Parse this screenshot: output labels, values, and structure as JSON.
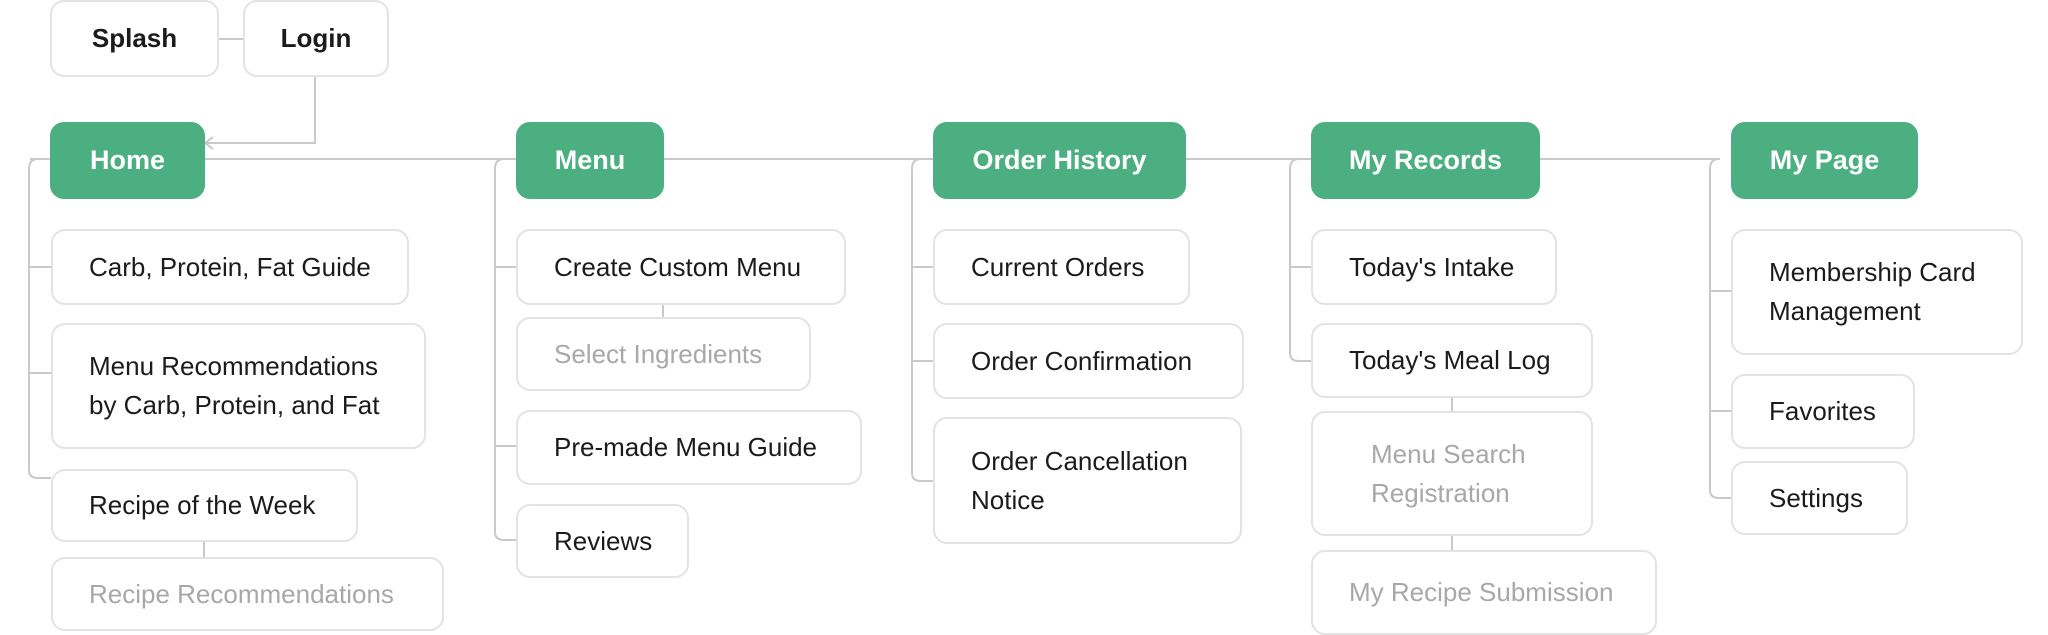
{
  "top": {
    "splash": "Splash",
    "login": "Login"
  },
  "home": {
    "title": "Home",
    "items": [
      "Carb, Protein, Fat Guide",
      "Menu Recommendations by Carb, Protein, and Fat",
      "Recipe of the Week",
      "Recipe Recommendations"
    ]
  },
  "menu": {
    "title": "Menu",
    "items": [
      "Create Custom Menu",
      "Select Ingredients",
      "Pre-made Menu Guide",
      "Reviews"
    ]
  },
  "order_history": {
    "title": "Order History",
    "items": [
      "Current Orders",
      "Order Confirmation",
      "Order Cancellation Notice"
    ]
  },
  "my_records": {
    "title": "My Records",
    "items": [
      "Today's Intake",
      "Today's Meal Log",
      "Menu Search Registration",
      "My Recipe Submission"
    ]
  },
  "my_page": {
    "title": "My Page",
    "items": [
      "Membership Card Management",
      "Favorites",
      "Settings"
    ]
  },
  "colors": {
    "primary": "#4caf82",
    "border": "#e3e3e3",
    "connector": "#c9c9c9",
    "muted_text": "#a8a8a8"
  }
}
